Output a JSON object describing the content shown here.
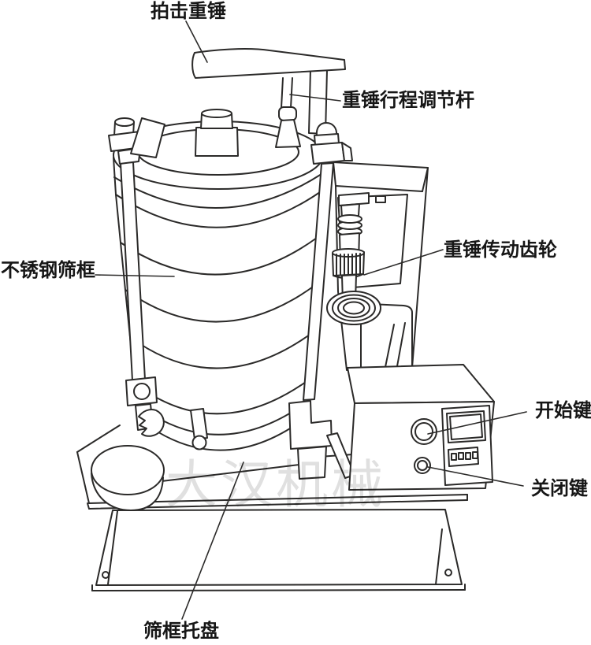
{
  "figure": {
    "background": "#ffffff",
    "line_color": "#2b2a29",
    "watermark": {
      "text": "大汉机械",
      "color": "#e0e0e0"
    },
    "labels": {
      "hammer": "拍击重锤",
      "stroke_rod": "重锤行程调节杆",
      "gear": "重锤传动齿轮",
      "sieve_frame": "不锈钢筛框",
      "start_key": "开始键",
      "close_key": "关闭键",
      "tray": "筛框托盘"
    }
  }
}
